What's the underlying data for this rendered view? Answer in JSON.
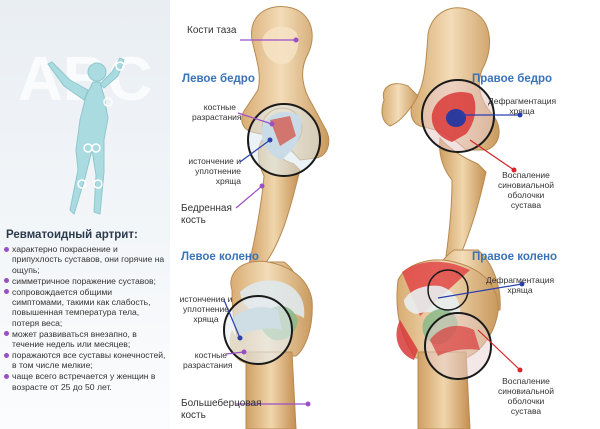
{
  "watermark": "ABC",
  "labels": {
    "pelvis": "Кости таза",
    "left_hip": "Левое бедро",
    "right_hip": "Правое бедро",
    "bony_growths_top": "костные разрастания",
    "thinning_top": "истончение и уплотнение хряща",
    "fragmentation_top": "Дефрагментация хряща",
    "synovitis_top": "Воспаление синовиальной оболочки сустава",
    "femur": "Бедренная кость",
    "left_knee": "Левое колено",
    "right_knee": "Правое колено",
    "thinning_bottom": "истончение и уплотнение хряща",
    "bony_growths_bottom": "костные разрастания",
    "fragmentation_bottom": "Дефрагментация хряща",
    "synovitis_bottom": "Воспаление синовиальной оболочки сустава",
    "tibia": "Большеберцовая кость"
  },
  "panel": {
    "title": "Ревматоидный артрит:",
    "items": [
      "характерно покраснение и припухлость суставов, они горячие на ощупь;",
      "симметричное поражение суставов;",
      "сопровождается общими симптомами, такими как слабость, повышенная температура тела, потеря веса;",
      "может развиваться внезапно, в течение недель или месяцев;",
      "поражаются все суставы конечностей, в том числе мелкие;",
      "чаще всего встречается у женщин в возрасте от 25 до 50 лет."
    ]
  },
  "colors": {
    "accent_blue": "#3a73b8",
    "pointer_purple": "#9b4fc6",
    "pointer_blue": "#2a40b0",
    "inflammation_red": "#d8252a",
    "bone": "#e8c99a"
  }
}
